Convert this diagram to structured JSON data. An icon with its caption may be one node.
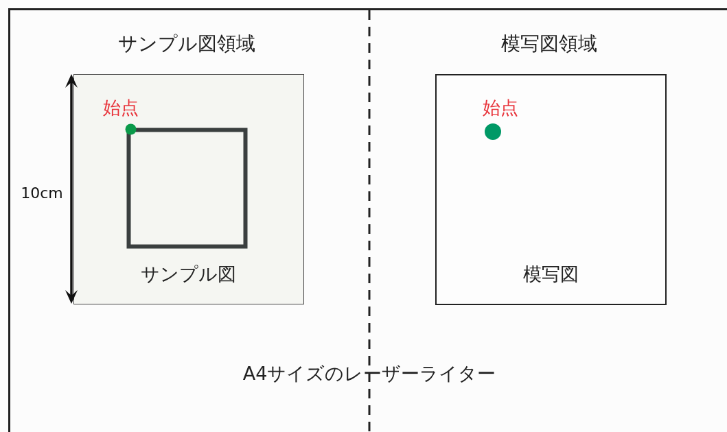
{
  "diagram": {
    "nodes": [
      {
        "text": [
          "A4サイズのレーザーライター"
        ]
      },
      {
        "text": [
          "サンプル図"
        ],
        "in": 0
      },
      {
        "text": [
          "模写図"
        ],
        "in": 0
      }
    ],
    "edges": [],
    "labels": [
      "サンプル図領域",
      "模写図領域",
      "始点",
      "始点",
      "10cm"
    ]
  }
}
